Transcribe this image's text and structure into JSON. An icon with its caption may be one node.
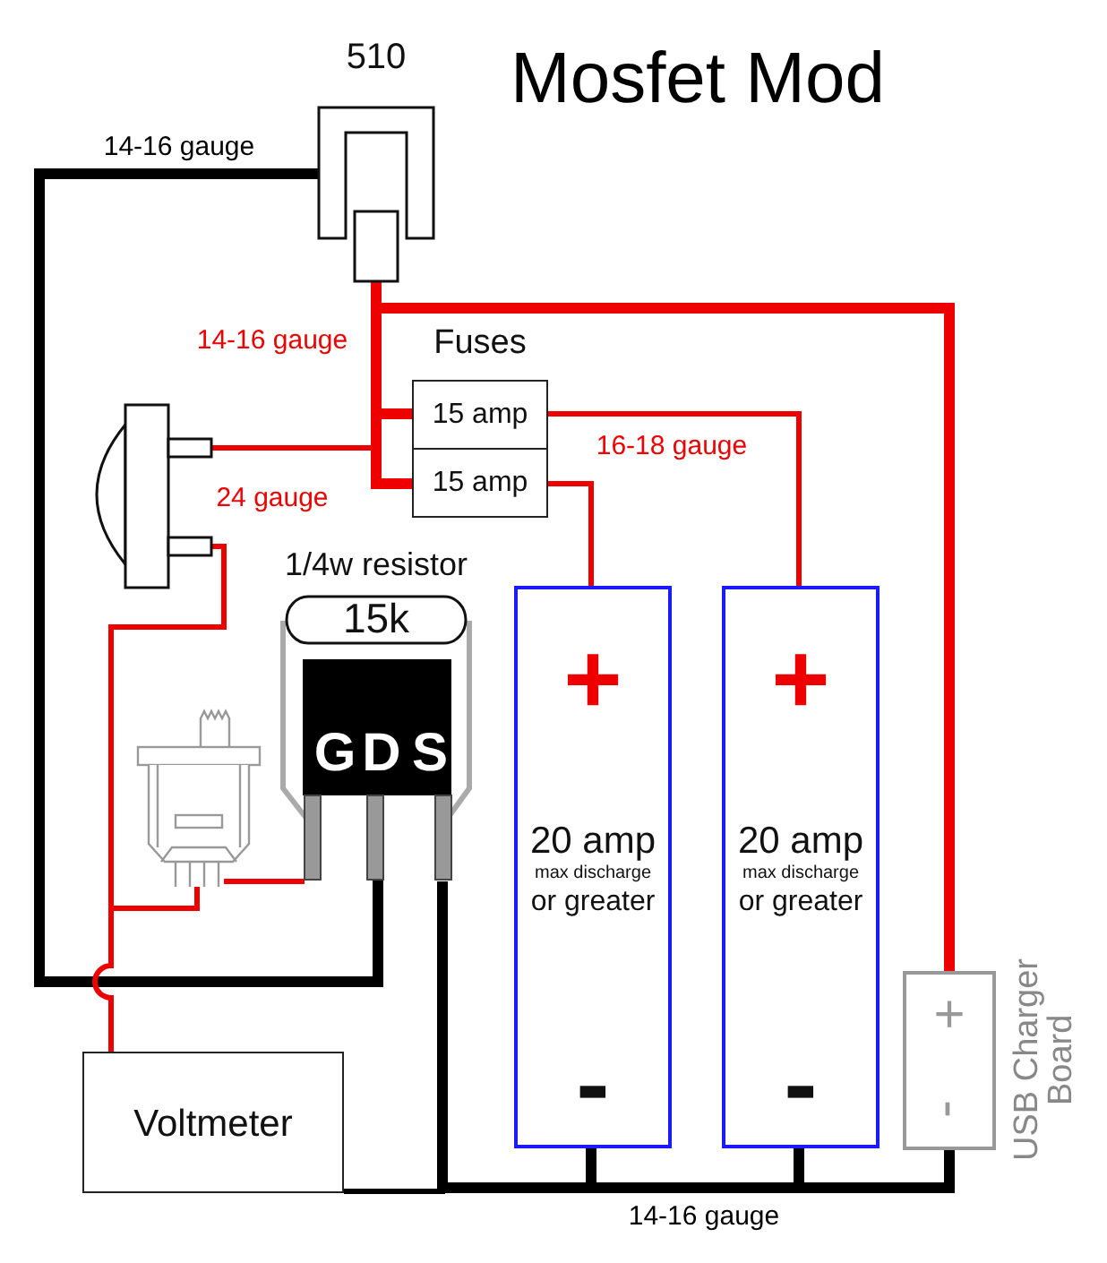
{
  "diagram": {
    "title": "Mosfet Mod",
    "nodes": [
      {
        "text": [
          "510"
        ]
      },
      {
        "text": [
          "Fuses"
        ]
      },
      {
        "text": [
          "15 amp"
        ],
        "in": 1
      },
      {
        "text": [
          "15 amp"
        ],
        "in": 1
      },
      {
        "text": [],
        "shape": "picture"
      },
      {
        "text": [
          "1/4w resistor",
          "15k"
        ]
      },
      {
        "text": [
          "G",
          "D",
          "S"
        ]
      },
      {
        "text": [],
        "shape": "picture"
      },
      {
        "text": [
          "+",
          "20 amp",
          "max discharge",
          "or greater",
          "-"
        ]
      },
      {
        "text": [
          "+",
          "20 amp",
          "max discharge",
          "or greater",
          "-"
        ]
      },
      {
        "text": [
          "+",
          "-"
        ],
        "beside": [
          "USB Charger Board"
        ]
      },
      {
        "text": [
          "Voltmeter"
        ]
      }
    ],
    "edges": [
      {
        "from": 0,
        "to": 6,
        "arrow": "none",
        "label": "14-16 gauge",
        "style": "thick",
        "color": "#000000"
      },
      {
        "from": 0,
        "to": 2,
        "arrow": "none",
        "label": "14-16 gauge",
        "style": "thick"
      },
      {
        "from": 0,
        "to": 3,
        "arrow": "none",
        "style": "thick"
      },
      {
        "from": 0,
        "to": 10,
        "arrow": "none",
        "style": "thick"
      },
      {
        "from": 4,
        "to": 0,
        "arrow": "none",
        "label": "24 gauge"
      },
      {
        "from": 2,
        "to": 9,
        "arrow": "none",
        "label": "16-18 gauge"
      },
      {
        "from": 3,
        "to": 8,
        "arrow": "none"
      },
      {
        "from": 4,
        "to": 7,
        "arrow": "none"
      },
      {
        "from": 4,
        "to": 11,
        "arrow": "none"
      },
      {
        "from": 7,
        "to": 6,
        "arrow": "none"
      },
      {
        "from": 6,
        "to": 8,
        "arrow": "none",
        "style": "thick",
        "color": "#000000"
      },
      {
        "from": 6,
        "to": 9,
        "arrow": "none",
        "style": "thick",
        "color": "#000000"
      },
      {
        "from": 6,
        "to": 10,
        "arrow": "none",
        "label": "14-16 gauge",
        "style": "thick",
        "color": "#000000"
      },
      {
        "from": 11,
        "to": 6,
        "arrow": "none",
        "color": "#000000"
      },
      {
        "from": 5,
        "to": 6,
        "arrow": "none",
        "color": "#aaaaaa"
      },
      {
        "from": 5,
        "to": 6,
        "arrow": "none",
        "color": "#aaaaaa"
      }
    ]
  }
}
